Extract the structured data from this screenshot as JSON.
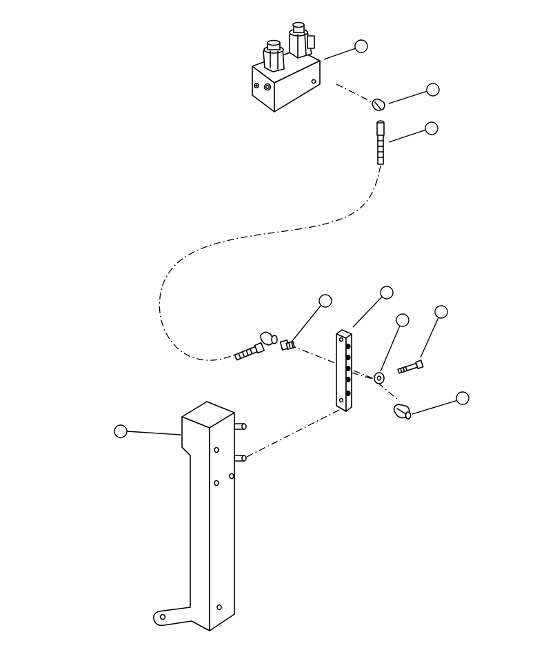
{
  "diagram": {
    "style": "exploded parts diagram, black line art on white",
    "callout_count": 10,
    "colors": {
      "line": "#000000",
      "background": "#ffffff"
    },
    "callouts": [
      {
        "id": "callout-1",
        "label": ""
      },
      {
        "id": "callout-2",
        "label": ""
      },
      {
        "id": "callout-3",
        "label": ""
      },
      {
        "id": "callout-4",
        "label": ""
      },
      {
        "id": "callout-5",
        "label": ""
      },
      {
        "id": "callout-6",
        "label": ""
      },
      {
        "id": "callout-7",
        "label": ""
      },
      {
        "id": "callout-8",
        "label": ""
      },
      {
        "id": "callout-9",
        "label": ""
      },
      {
        "id": "callout-10",
        "label": ""
      }
    ]
  }
}
